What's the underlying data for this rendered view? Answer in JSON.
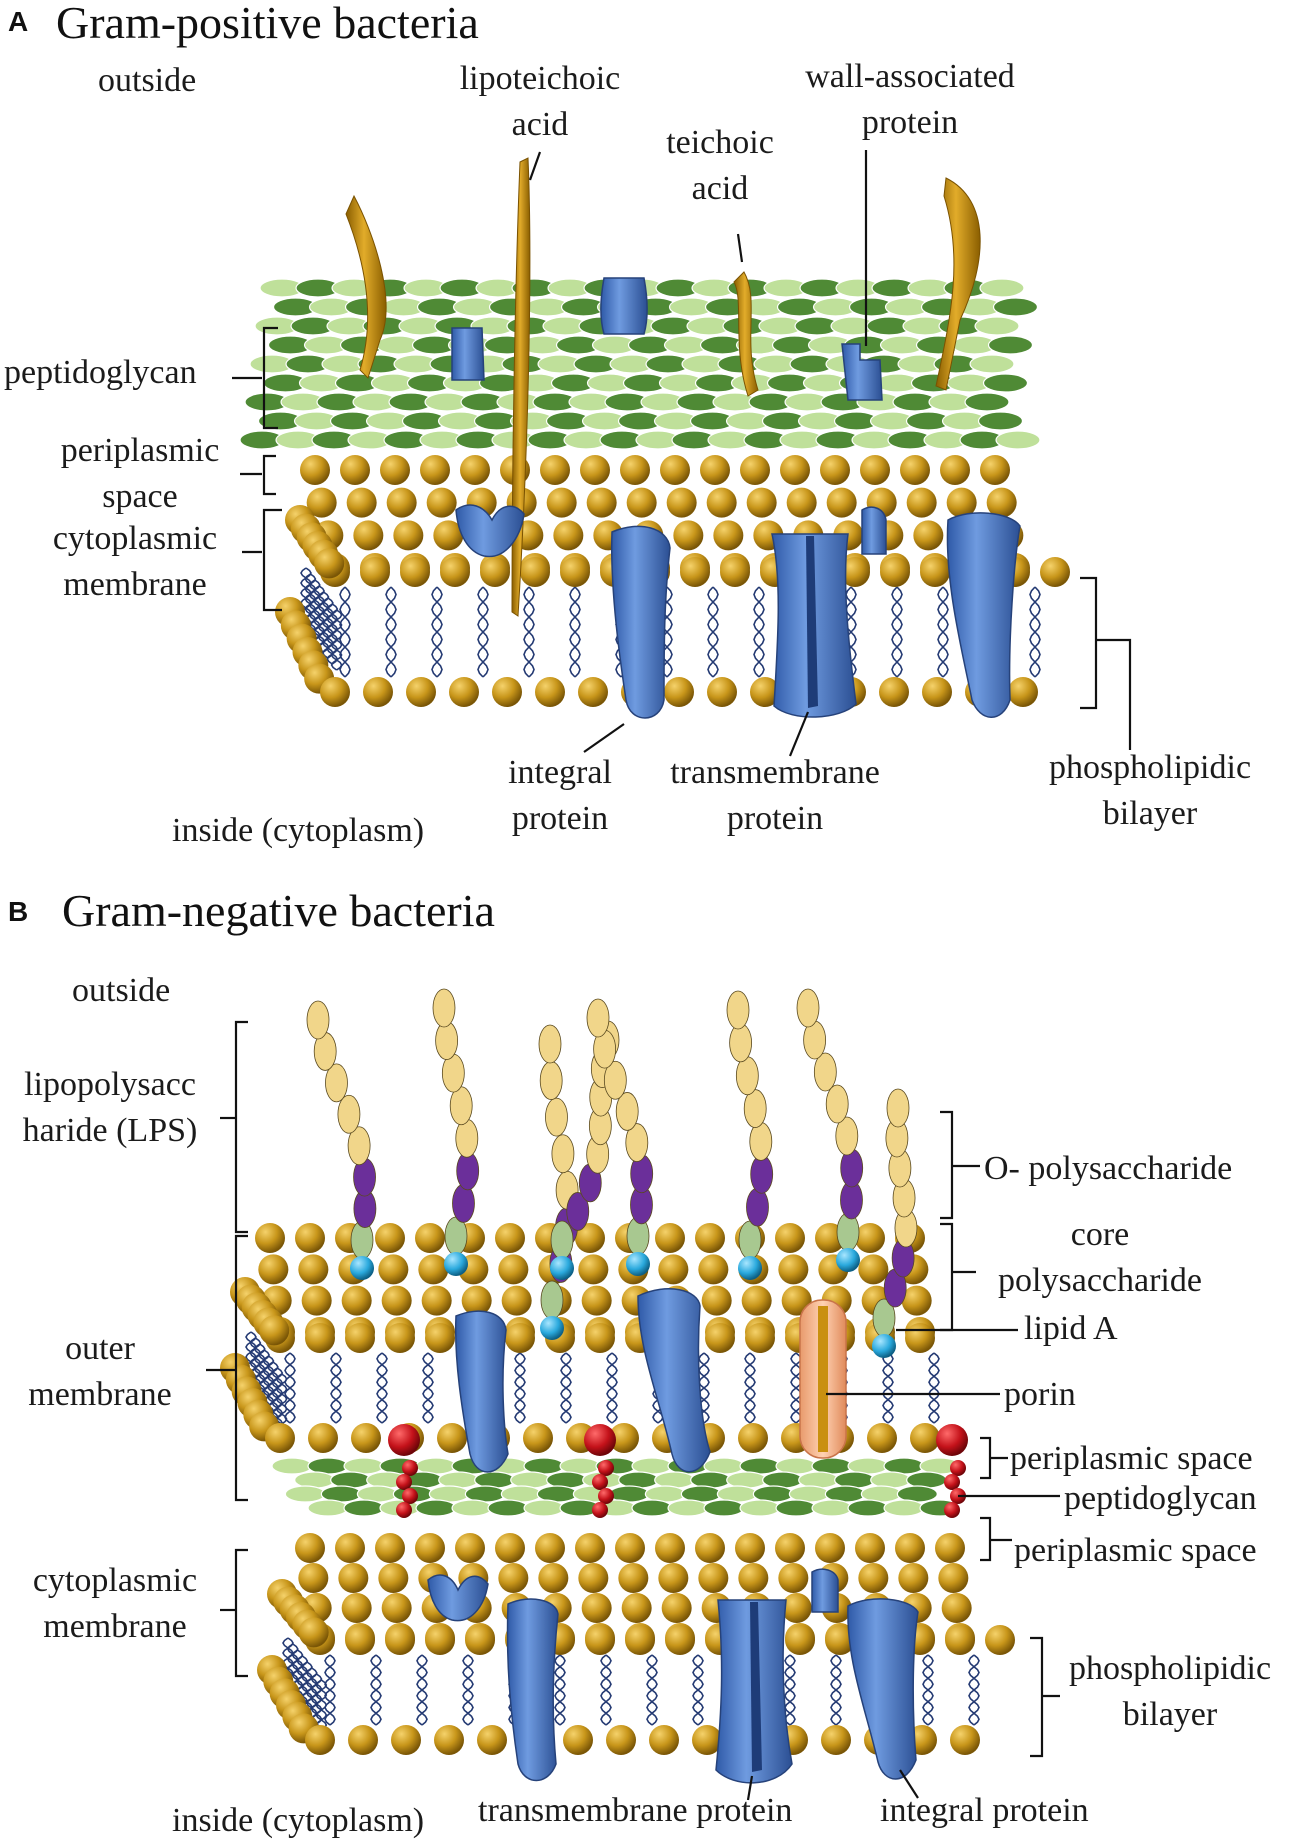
{
  "panel_a": {
    "letter": "A",
    "title": "Gram-positive bacteria",
    "labels": {
      "outside": "outside",
      "lipoteichoic_acid": "lipoteichoic\nacid",
      "teichoic_acid": "teichoic\nacid",
      "wall_associated_protein": "wall-associated\nprotein",
      "peptidoglycan": "peptidoglycan",
      "periplasmic_space": "periplasmic\nspace",
      "cytoplasmic_membrane": "cytoplasmic\nmembrane",
      "integral_protein": "integral\nprotein",
      "transmembrane_protein": "transmembrane\nprotein",
      "phospholipidic_bilayer": "phospholipidic\nbilayer",
      "inside": "inside (cytoplasm)"
    }
  },
  "panel_b": {
    "letter": "B",
    "title": "Gram-negative bacteria",
    "labels": {
      "outside": "outside",
      "lps": "lipopolysacc\nharide (LPS)",
      "o_polysaccharide": "O- polysaccharide",
      "core_polysaccharide": "core\npolysaccharide",
      "lipid_a": "lipid A",
      "porin": "porin",
      "outer_membrane": "outer\nmembrane",
      "periplasmic_space_1": "periplasmic space",
      "peptidoglycan": "peptidoglycan",
      "periplasmic_space_2": "periplasmic space",
      "cytoplasmic_membrane": "cytoplasmic\nmembrane",
      "phospholipidic_bilayer": "phospholipidic\nbilayer",
      "inside": "inside (cytoplasm)",
      "transmembrane_protein": "transmembrane protein",
      "integral_protein": "integral protein"
    }
  },
  "colors": {
    "lipid_head": "#c8961a",
    "lipid_tail": "#243a73",
    "protein": "#4a79c7",
    "teichoic": "#c99010",
    "peptidoglycan_dark": "#4f8a35",
    "peptidoglycan_light": "#bfe09a",
    "lps_yellow": "#f1d68a",
    "lps_purple": "#6b2f9a",
    "lps_green": "#a8c890",
    "lps_cyan": "#2aa9dd",
    "porin": "#f4b58b",
    "anchor_red": "#c4121a"
  }
}
